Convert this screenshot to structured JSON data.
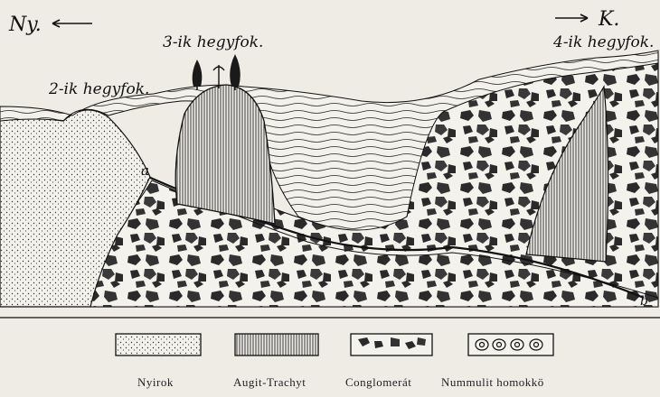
{
  "compass": {
    "west": "Ny.",
    "east": "K."
  },
  "peak_labels": {
    "peak_2": "2-ik hegyfok.",
    "peak_3": "3-ik hegyfok.",
    "peak_4": "4-ik hegyfok."
  },
  "point_labels": {
    "a": "a",
    "b": "b"
  },
  "legend": [
    {
      "label": "Nyirok",
      "pattern": "dots"
    },
    {
      "label": "Augit-Trachyt",
      "pattern": "vertical-lines"
    },
    {
      "label": "Conglomerát",
      "pattern": "pebbles"
    },
    {
      "label": "Nummulit homokkö",
      "pattern": "nummulites"
    }
  ],
  "colors": {
    "paper": "#efece6",
    "ink": "#1a1a1a"
  }
}
